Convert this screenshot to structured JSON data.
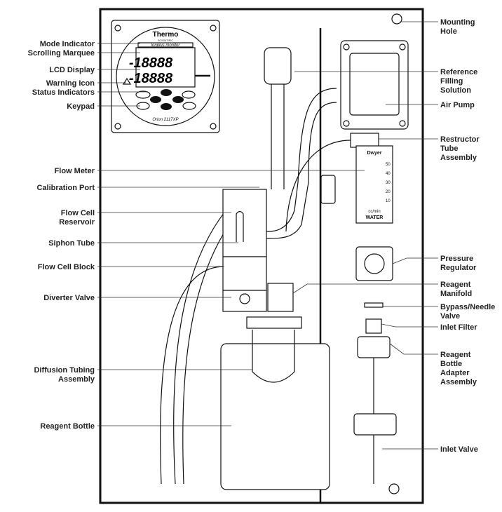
{
  "controller": {
    "brand": "Thermo",
    "brand_sub": "SCIENTIFIC",
    "marquee": "lonplus monitor",
    "digits": "-18888",
    "model": "Orion 2117XP"
  },
  "flow_meter": {
    "brand": "Dwyer",
    "scale": [
      "50",
      "40",
      "30",
      "20",
      "10"
    ],
    "units": "cc/min",
    "fluid": "WATER"
  },
  "labels_left": [
    {
      "id": "mode-indicator",
      "lines": [
        "Mode Indicator"
      ]
    },
    {
      "id": "scrolling-marquee",
      "lines": [
        "Scrolling Marquee"
      ]
    },
    {
      "id": "lcd-display",
      "lines": [
        "LCD Display"
      ]
    },
    {
      "id": "warning-icon",
      "lines": [
        "Warning Icon"
      ]
    },
    {
      "id": "status-indicators",
      "lines": [
        "Status Indicators"
      ]
    },
    {
      "id": "keypad",
      "lines": [
        "Keypad"
      ]
    },
    {
      "id": "flow-meter",
      "lines": [
        "Flow Meter"
      ]
    },
    {
      "id": "calibration-port",
      "lines": [
        "Calibration Port"
      ]
    },
    {
      "id": "flow-cell-reservoir",
      "lines": [
        "Flow Cell",
        "Reservoir"
      ]
    },
    {
      "id": "siphon-tube",
      "lines": [
        "Siphon Tube"
      ]
    },
    {
      "id": "flow-cell-block",
      "lines": [
        "Flow Cell Block"
      ]
    },
    {
      "id": "diverter-valve",
      "lines": [
        "Diverter Valve"
      ]
    },
    {
      "id": "diffusion-tubing-assembly",
      "lines": [
        "Diffusion Tubing",
        "Assembly"
      ]
    },
    {
      "id": "reagent-bottle",
      "lines": [
        "Reagent Bottle"
      ]
    }
  ],
  "labels_right": [
    {
      "id": "mounting-hole",
      "lines": [
        "Mounting",
        "Hole"
      ]
    },
    {
      "id": "reference-filling-solution",
      "lines": [
        "Reference",
        "Filling",
        "Solution"
      ]
    },
    {
      "id": "air-pump",
      "lines": [
        "Air Pump"
      ]
    },
    {
      "id": "restructor-tube-assembly",
      "lines": [
        "Restructor",
        "Tube",
        "Assembly"
      ]
    },
    {
      "id": "pressure-regulator",
      "lines": [
        "Pressure",
        "Regulator"
      ]
    },
    {
      "id": "reagent-manifold",
      "lines": [
        "Reagent",
        "Manifold"
      ]
    },
    {
      "id": "bypass-needle-valve",
      "lines": [
        "Bypass/Needle",
        "Valve"
      ]
    },
    {
      "id": "inlet-filter",
      "lines": [
        "Inlet Filter"
      ]
    },
    {
      "id": "reagent-bottle-adapter-assembly",
      "lines": [
        "Reagent",
        "Bottle",
        "Adapter",
        "Assembly"
      ]
    },
    {
      "id": "inlet-valve",
      "lines": [
        "Inlet Valve"
      ]
    }
  ]
}
